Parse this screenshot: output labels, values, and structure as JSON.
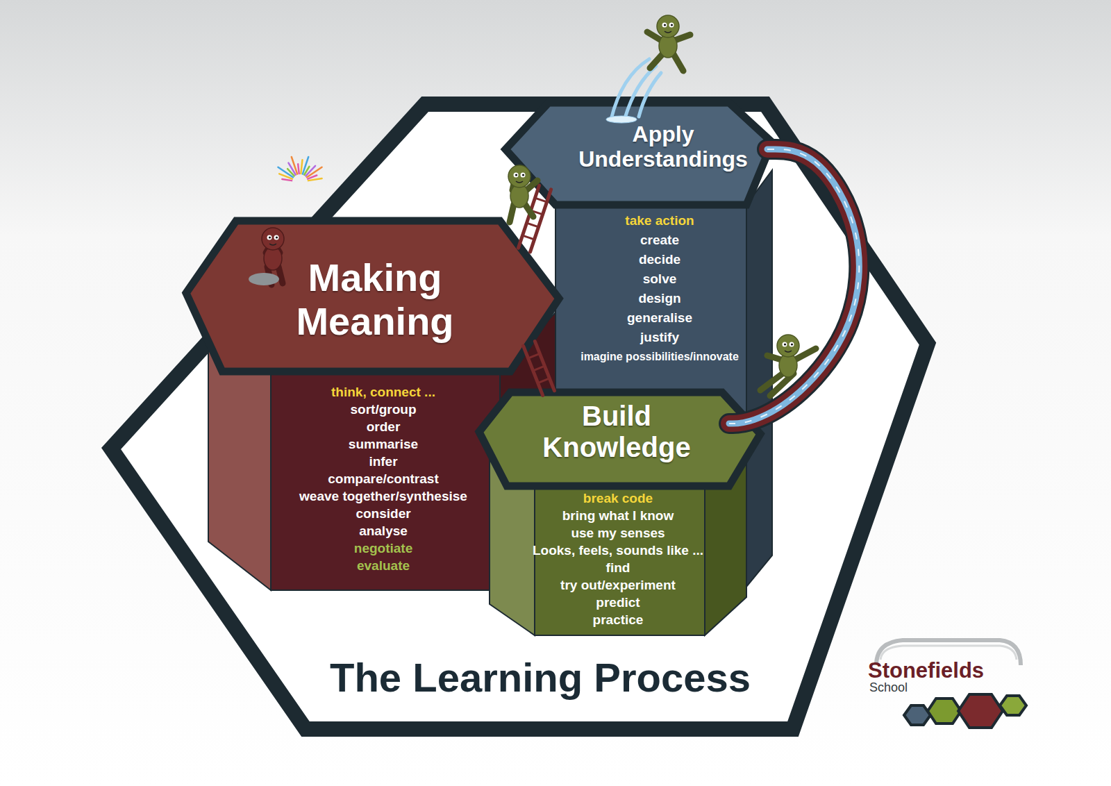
{
  "diagram": {
    "title": "The Learning Process",
    "nodes": [
      {
        "text": [
          "Making Meaning",
          "think, connect ...",
          "sort/group",
          "order",
          "summarise",
          "infer",
          "compare/contrast",
          "weave together/synthesise",
          "consider",
          "analyse",
          "negotiate",
          "evaluate"
        ]
      },
      {
        "text": [
          "Apply Understandings",
          "take action",
          "create",
          "decide",
          "solve",
          "design",
          "generalise",
          "justify",
          "imagine possibilities/innovate"
        ]
      },
      {
        "text": [
          "Build Knowledge",
          "break code",
          "bring what I know",
          "use my senses",
          "Looks, feels, sounds like ...",
          "find",
          "try out/experiment",
          "predict",
          "practice"
        ]
      }
    ],
    "edges": [
      {
        "from": 0,
        "to": 1,
        "arrow": "none"
      },
      {
        "from": 2,
        "to": 0,
        "arrow": "none"
      },
      {
        "from": 1,
        "to": 2,
        "arrow": "none"
      }
    ],
    "labels": [
      "Stonefields",
      "School"
    ]
  }
}
